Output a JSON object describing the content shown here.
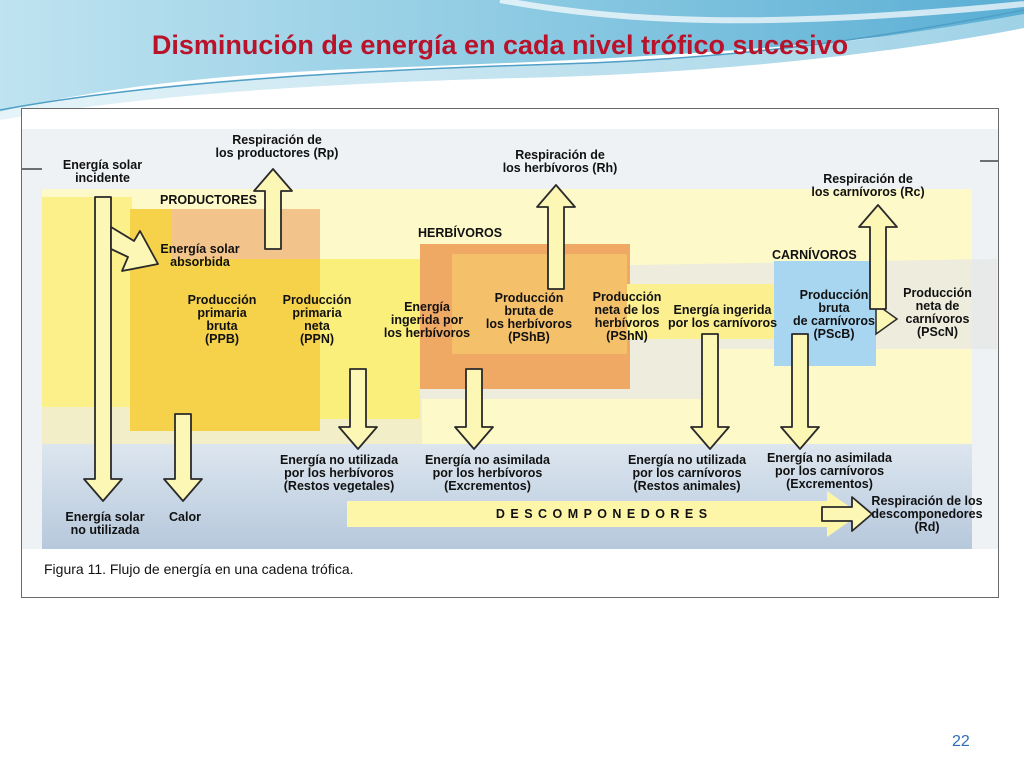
{
  "slide": {
    "title": "Disminución de energía en cada nivel trófico sucesivo",
    "page_number": "22"
  },
  "figure": {
    "caption": "Figura 11. Flujo de energía en una cadena trófica.",
    "sections": {
      "productores": "PRODUCTORES",
      "herbivoros": "HERBÍVOROS",
      "carnivoros": "CARNÍVOROS",
      "descomponedores": "D E S C O M P O N E D O R E S"
    },
    "labels": {
      "energia_solar_incidente": "Energía solar\nincidente",
      "respiracion_productores": "Respiración de\nlos productores (Rp)",
      "energia_solar_absorbida": "Energía solar\nabsorbida",
      "ppb": "Producción\nprimaria\nbruta\n(PPB)",
      "ppn": "Producción\nprimaria\nneta\n(PPN)",
      "energia_ingerida_herbivoros": "Energía\ningerida por\nlos herbívoros",
      "respiracion_herbivoros": "Respiración de\nlos herbívoros (Rh)",
      "pshb": "Producción\nbruta de\nlos herbívoros\n(PShB)",
      "pshn": "Producción\nneta de los\nherbívoros\n(PShN)",
      "energia_ingerida_carnivoros": "Energía ingerida\npor los carnívoros",
      "respiracion_carnivoros": "Respiración de\nlos carnívoros (Rc)",
      "pscb": "Producción\nbruta\nde carnívoros\n(PScB)",
      "pscn": "Producción\nneta de\ncarnívoros\n(PScN)",
      "no_utilizada_herbivoros": "Energía no utilizada\npor los herbívoros\n(Restos vegetales)",
      "no_asimilada_herbivoros": "Energía no asimilada\npor los herbívoros\n(Excrementos)",
      "no_utilizada_carnivoros": "Energía no utilizada\npor los carnívoros\n(Restos animales)",
      "no_asimilada_carnivoros": "Energía no asimilada\npor los carnívoros\n(Excrementos)",
      "energia_solar_no_utilizada": "Energía solar\nno utilizada",
      "calor": "Calor",
      "respiracion_descomponedores": "Respiración de los\ndescomponedores\n(Rd)"
    },
    "colors": {
      "yellow_band": "#fbf08a",
      "productores_box": "#f2c53a",
      "productores_back": "#f0c084",
      "herbivoros_box": "#f0a95e",
      "herbivoros_dark": "#e08a52",
      "carnivoros_box": "#a8d4ec",
      "blue_band": "#b9cde0",
      "arrow_fill": "#fdf7b6",
      "arrow_stroke": "#2a2a2a",
      "title": "#b8132a",
      "page_number": "#2e6db5"
    }
  }
}
